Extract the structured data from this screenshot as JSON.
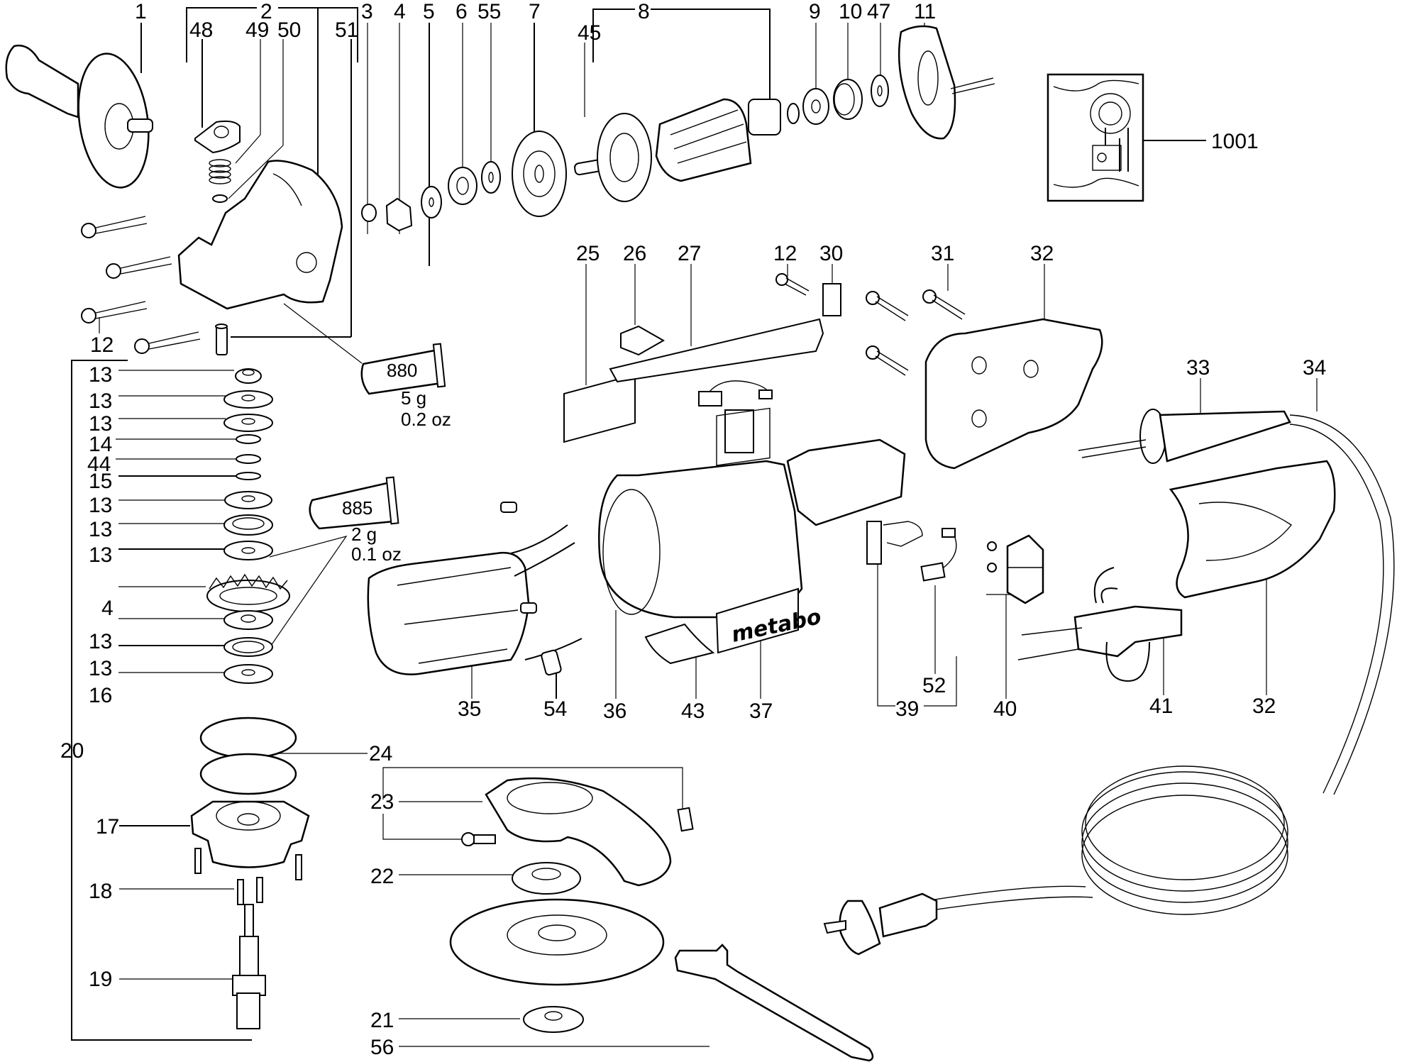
{
  "diagram": {
    "type": "exploded-parts-view",
    "subject": "angle grinder",
    "brand_label": "metabo",
    "grease_tubes": [
      {
        "code": "880",
        "amount_g": "5 g",
        "amount_oz": "0.2 oz"
      },
      {
        "code": "885",
        "amount_g": "2 g",
        "amount_oz": "0.1 oz"
      }
    ],
    "inset_label": "1001",
    "labels": {
      "p1": "1",
      "p2": "2",
      "p3": "3",
      "p4_top": "4",
      "p5": "5",
      "p6": "6",
      "p55": "55",
      "p7": "7",
      "p8": "8",
      "p9": "9",
      "p10": "10",
      "p47": "47",
      "p11": "11",
      "p48": "48",
      "p49": "49",
      "p50": "50",
      "p51": "51",
      "p45": "45",
      "p12_left": "12",
      "p12_mid": "12",
      "p25": "25",
      "p26": "26",
      "p27": "27",
      "p30": "30",
      "p31": "31",
      "p32_top": "32",
      "p33": "33",
      "p34": "34",
      "p13_a": "13",
      "p13_b": "13",
      "p13_c": "13",
      "p14": "14",
      "p44": "44",
      "p15": "15",
      "p13_d": "13",
      "p13_e": "13",
      "p13_f": "13",
      "p4_left": "4",
      "p13_g": "13",
      "p13_h": "13",
      "p16": "16",
      "p20": "20",
      "p24": "24",
      "p17": "17",
      "p18": "18",
      "p19": "19",
      "p23": "23",
      "p22": "22",
      "p21": "21",
      "p56": "56",
      "p35": "35",
      "p54": "54",
      "p36": "36",
      "p43": "43",
      "p37": "37",
      "p39": "39",
      "p52": "52",
      "p40": "40",
      "p41": "41",
      "p32_bottom": "32"
    }
  }
}
